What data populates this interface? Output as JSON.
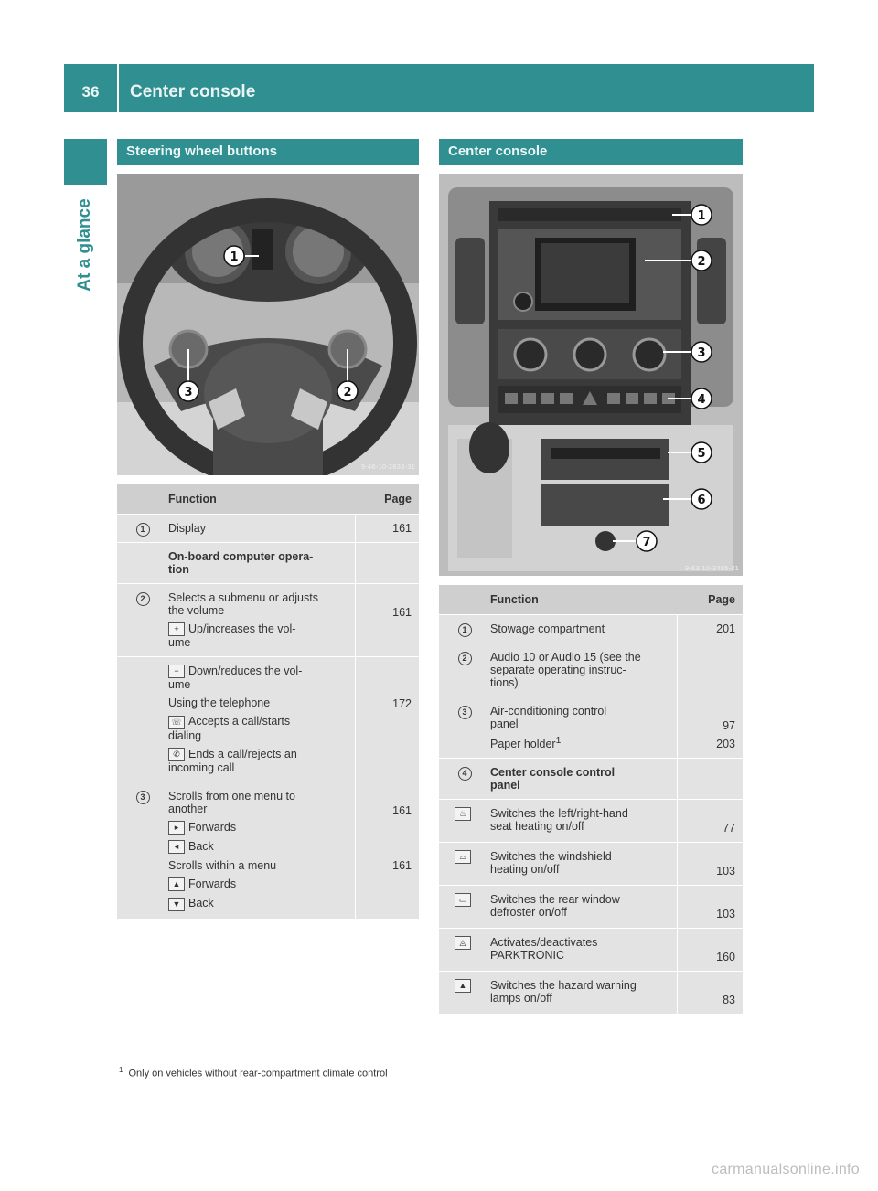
{
  "header": {
    "page_number": "36",
    "title": "Center console"
  },
  "side_label": "At a glance",
  "left": {
    "heading": "Steering wheel buttons",
    "photo_code": "9-46-10-2633-31",
    "callouts": [
      "1",
      "3",
      "2"
    ],
    "table": {
      "col_function": "Function",
      "col_page": "Page",
      "rows": [
        {
          "num": "1",
          "lines": [
            "Display"
          ],
          "page": "161"
        },
        {
          "num": "",
          "lines": [
            "On-board computer opera-",
            "tion"
          ],
          "page": "",
          "bold": true
        },
        {
          "num": "2",
          "lines": [
            "Selects a submenu or adjusts",
            "the volume"
          ],
          "page": "161",
          "subs": [
            {
              "key": "+",
              "text": "Up/increases the vol-",
              "text2": "ume"
            }
          ]
        },
        {
          "num": "",
          "lines": [],
          "page": "172",
          "subs": [
            {
              "key": "−",
              "text": "Down/reduces the vol-",
              "text2": "ume"
            },
            {
              "key": "",
              "text": "Using the telephone",
              "text2": ""
            },
            {
              "key": "☏",
              "text": "Accepts a call/starts",
              "text2": "dialing"
            },
            {
              "key": "✆",
              "text": "Ends a call/rejects an",
              "text2": "incoming call"
            }
          ]
        },
        {
          "num": "3",
          "lines": [
            "Scrolls from one menu to",
            "another"
          ],
          "page": "161",
          "page2": "161",
          "subs": [
            {
              "key": "▸",
              "text": "Forwards",
              "text2": ""
            },
            {
              "key": "◂",
              "text": "Back",
              "text2": ""
            },
            {
              "key": "",
              "text": "Scrolls within a menu",
              "text2": ""
            },
            {
              "key": "▲",
              "text": "Forwards",
              "text2": ""
            },
            {
              "key": "▼",
              "text": "Back",
              "text2": ""
            }
          ]
        }
      ]
    }
  },
  "right": {
    "heading": "Center console",
    "photo_code": "9-63-10-3405-31",
    "callouts": [
      "1",
      "2",
      "3",
      "4",
      "5",
      "6",
      "7"
    ],
    "table": {
      "col_function": "Function",
      "col_page": "Page",
      "rows": [
        {
          "num": "1",
          "icon": "",
          "lines": [
            "Stowage compartment"
          ],
          "page": "201"
        },
        {
          "num": "2",
          "icon": "",
          "lines": [
            "Audio 10 or Audio 15 (see the",
            "separate operating instruc-",
            "tions)"
          ],
          "page": ""
        },
        {
          "num": "3",
          "icon": "",
          "lines": [
            "Air-conditioning control",
            "panel"
          ],
          "page": "97",
          "extra": "Paper holder",
          "extra_sup": "1",
          "extra_page": "203"
        },
        {
          "num": "4",
          "icon": "",
          "lines": [
            "Center console control",
            "panel"
          ],
          "page": "",
          "bold": true
        },
        {
          "num": "",
          "icon": "seat-heat",
          "lines": [
            "Switches the left/right-hand",
            "seat heating on/off"
          ],
          "page": "77"
        },
        {
          "num": "",
          "icon": "windshield",
          "lines": [
            "Switches the windshield",
            "heating on/off"
          ],
          "page": "103"
        },
        {
          "num": "",
          "icon": "rear-defrost",
          "lines": [
            "Switches the rear window",
            "defroster on/off"
          ],
          "page": "103"
        },
        {
          "num": "",
          "icon": "parktronic",
          "lines": [
            "Activates/deactivates",
            "PARKTRONIC"
          ],
          "page": "160"
        },
        {
          "num": "",
          "icon": "hazard",
          "lines": [
            "Switches the hazard warning",
            "lamps on/off"
          ],
          "page": "83"
        }
      ]
    }
  },
  "footnote": {
    "mark": "1",
    "text": "Only on vehicles without rear-compartment climate control"
  },
  "watermark": "carmanualsonline.info"
}
